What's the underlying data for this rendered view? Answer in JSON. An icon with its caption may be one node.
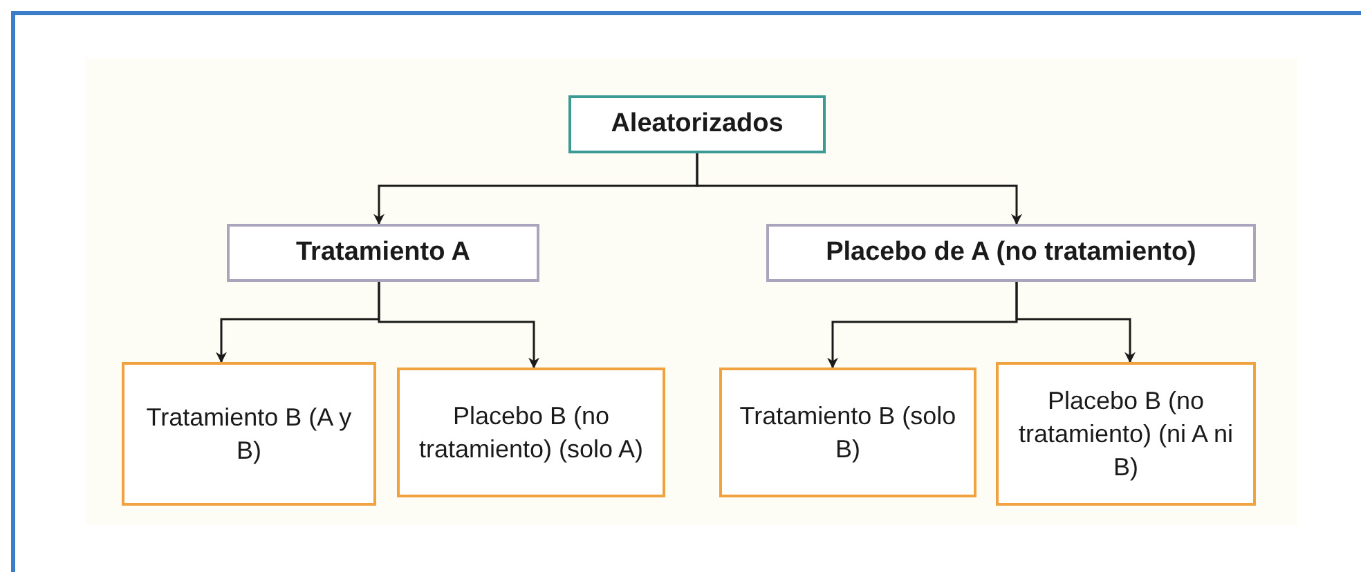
{
  "diagram": {
    "nodes": [
      {
        "text": [
          "Aleatorizados"
        ]
      },
      {
        "text": [
          "Tratamiento A"
        ]
      },
      {
        "text": [
          "Placebo de A (no tratamiento)"
        ]
      },
      {
        "text": [
          "Tratamiento B (A y B)"
        ]
      },
      {
        "text": [
          "Placebo B (no tratamiento) (solo A)"
        ]
      },
      {
        "text": [
          "Tratamiento B (solo B)"
        ]
      },
      {
        "text": [
          "Placebo B (no tratamiento) (ni A ni B)"
        ]
      }
    ],
    "edges": [
      {
        "from": 0,
        "to": 1,
        "arrow": "to"
      },
      {
        "from": 0,
        "to": 2,
        "arrow": "to"
      },
      {
        "from": 1,
        "to": 3,
        "arrow": "to"
      },
      {
        "from": 1,
        "to": 4,
        "arrow": "to"
      },
      {
        "from": 2,
        "to": 5,
        "arrow": "to"
      },
      {
        "from": 2,
        "to": 6,
        "arrow": "to"
      }
    ]
  }
}
